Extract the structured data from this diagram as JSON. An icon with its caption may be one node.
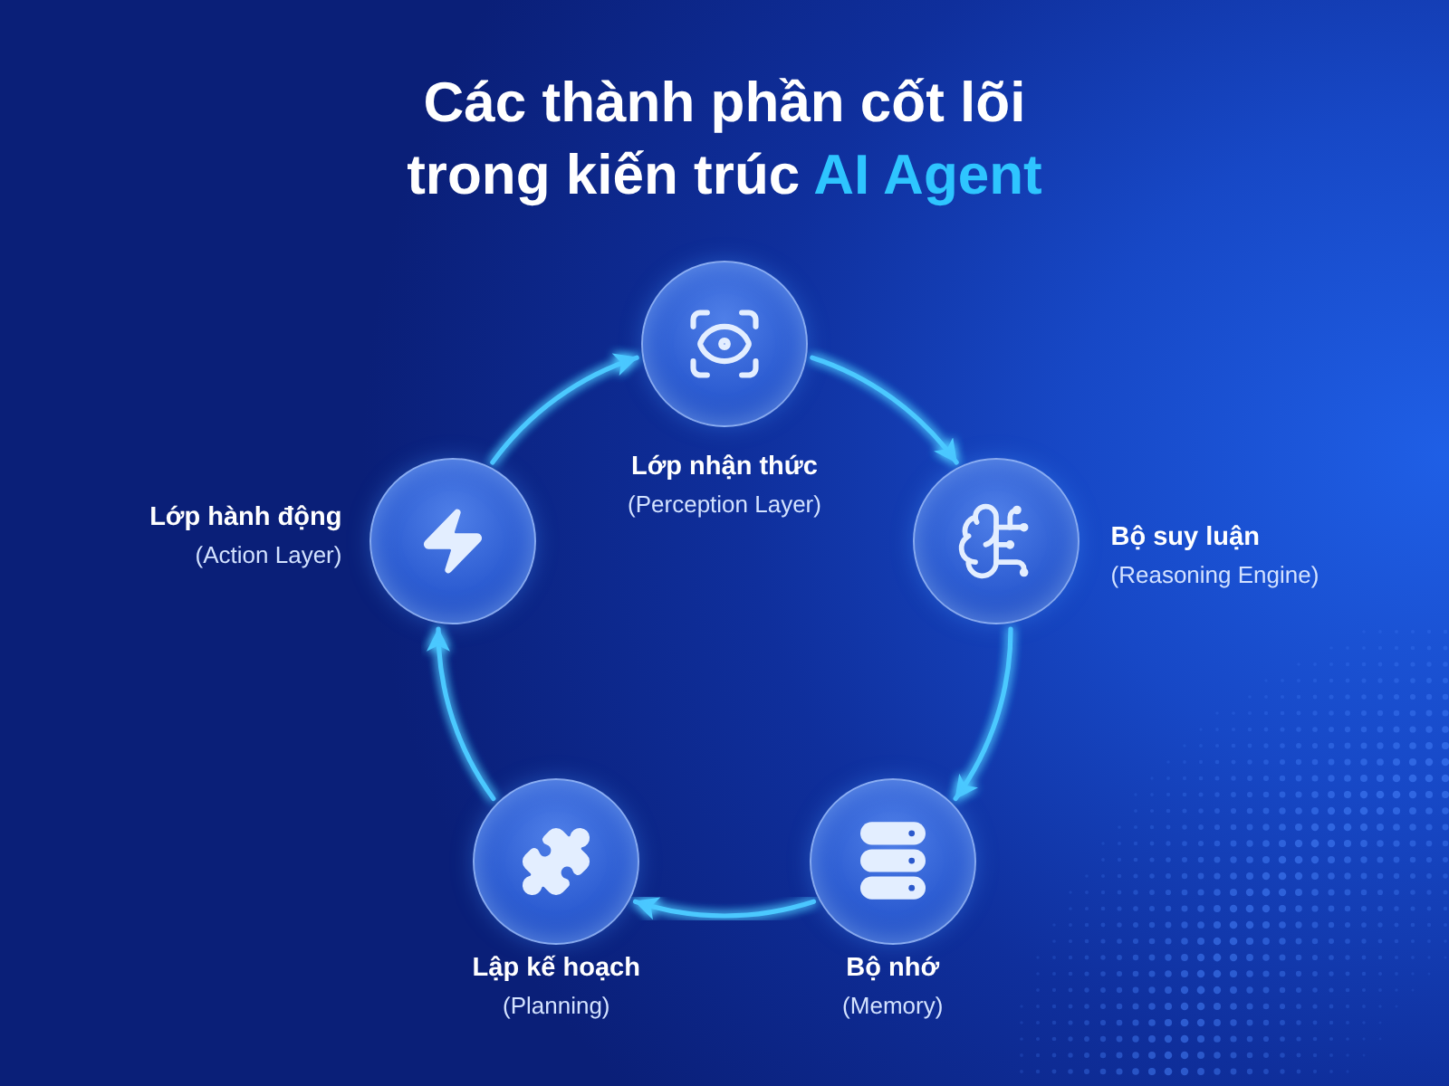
{
  "diagram": {
    "title": "Các thành phần cốt lõi trong kiến trúc **AI Agent**",
    "nodes": [
      {
        "text": [
          "Lớp nhận thức",
          "(Perception Layer)"
        ]
      },
      {
        "text": [
          "Lớp hành động",
          "(Action Layer)"
        ]
      },
      {
        "text": [
          "Bộ suy luận",
          "(Reasoning Engine)"
        ]
      },
      {
        "text": [
          "Lập kế hoạch",
          "(Planning)"
        ]
      },
      {
        "text": [
          "Bộ nhớ",
          "(Memory)"
        ]
      }
    ],
    "edges": [
      {
        "from": 0,
        "to": 2,
        "arrow": "to"
      },
      {
        "from": 2,
        "to": 4,
        "arrow": "to"
      },
      {
        "from": 4,
        "to": 3,
        "arrow": "to"
      },
      {
        "from": 3,
        "to": 1,
        "arrow": "to"
      },
      {
        "from": 1,
        "to": 0,
        "arrow": "to"
      }
    ]
  }
}
